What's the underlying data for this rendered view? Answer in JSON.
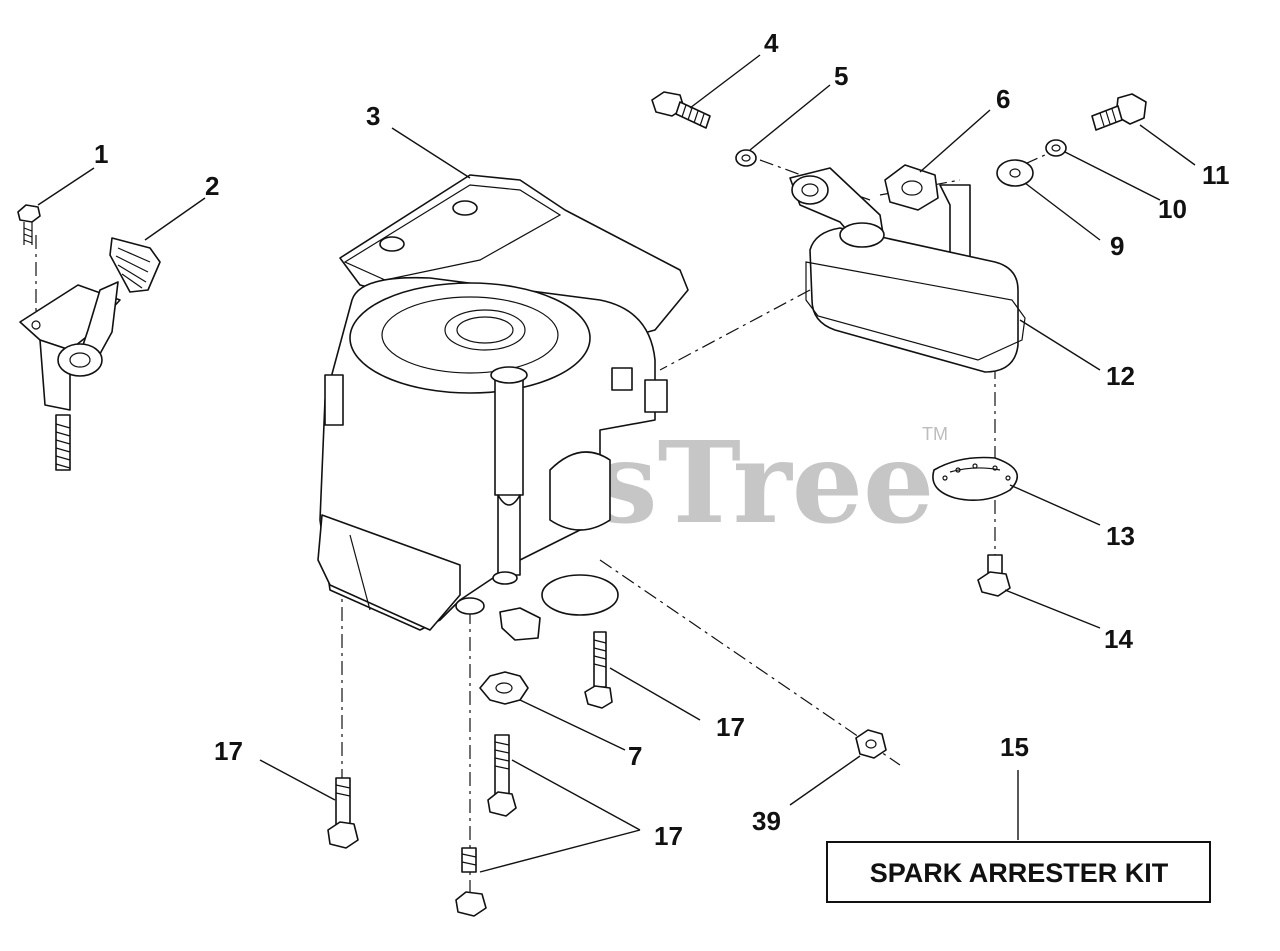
{
  "watermark": {
    "text": "PartsTree",
    "mark": "TM"
  },
  "kit_label": "SPARK ARRESTER KIT",
  "callouts": [
    {
      "id": "c1",
      "label": "1"
    },
    {
      "id": "c2",
      "label": "2"
    },
    {
      "id": "c3",
      "label": "3"
    },
    {
      "id": "c4",
      "label": "4"
    },
    {
      "id": "c5",
      "label": "5"
    },
    {
      "id": "c6",
      "label": "6"
    },
    {
      "id": "c7",
      "label": "7"
    },
    {
      "id": "c9",
      "label": "9"
    },
    {
      "id": "c10",
      "label": "10"
    },
    {
      "id": "c11",
      "label": "11"
    },
    {
      "id": "c12",
      "label": "12"
    },
    {
      "id": "c13",
      "label": "13"
    },
    {
      "id": "c14",
      "label": "14"
    },
    {
      "id": "c15",
      "label": "15"
    },
    {
      "id": "c17a",
      "label": "17"
    },
    {
      "id": "c17b",
      "label": "17"
    },
    {
      "id": "c17c",
      "label": "17"
    },
    {
      "id": "c39",
      "label": "39"
    }
  ]
}
